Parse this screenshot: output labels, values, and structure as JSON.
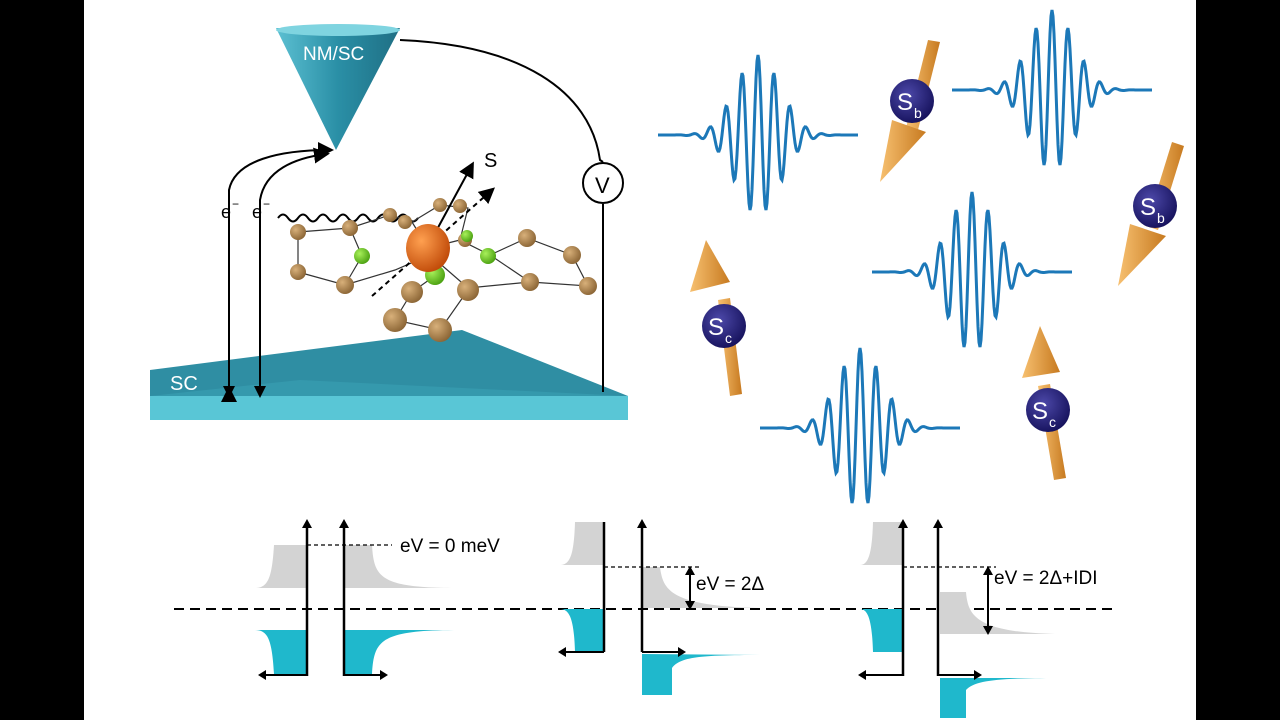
{
  "stm_panel": {
    "tip_label": "NM/SC",
    "substrate_label": "SC",
    "electron_label_1": "e",
    "electron_label_2": "e",
    "electron_sup_1": "−",
    "electron_sup_2": "−",
    "voltmeter_label": "V",
    "spin_label": "S"
  },
  "spin_panel": {
    "spins": [
      {
        "main": "S",
        "sub": "b"
      },
      {
        "main": "S",
        "sub": "b"
      },
      {
        "main": "S",
        "sub": "c"
      },
      {
        "main": "S",
        "sub": "c"
      }
    ]
  },
  "energy_panel": {
    "labels": [
      "eV = 0 meV",
      "eV = 2Δ",
      "eV = 2Δ+IDI"
    ]
  },
  "colors": {
    "background_bars": "#000000",
    "canvas": "#ffffff",
    "tip_cyan": "#3aa3b8",
    "substrate_teal": "#2f8ea3",
    "wave_blue": "#1c78b8",
    "spin_ball": "#1e1a6e",
    "arrow_orange": "#e09a3c",
    "molecule_brown": "#a8804a",
    "molecule_green": "#66cc1a",
    "metal_orange": "#e8701a",
    "dos_grey": "#d3d3d3",
    "dos_cyan": "#1fb8cc"
  }
}
